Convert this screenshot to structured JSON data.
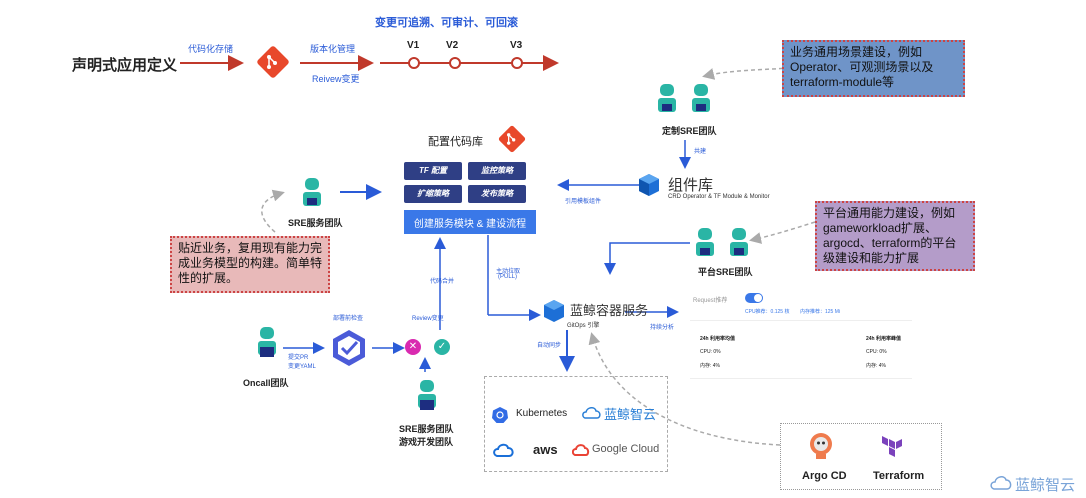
{
  "header": {
    "declarative": "声明式应用定义",
    "code_storage": "代码化存储",
    "versioned": "版本化管理",
    "review_change": "Reivew变更",
    "traceable": "变更可追溯、可审计、可回滚",
    "versions": [
      "V1",
      "V2",
      "V3"
    ]
  },
  "repo": {
    "title": "配置代码库",
    "tags": [
      "TF 配置",
      "监控策略",
      "扩缩策略",
      "发布策略"
    ],
    "create_flow": "创建服务模块 & 建设流程"
  },
  "components": {
    "title": "组件库",
    "subtitle": "CRD Operator & TF Module & Monitor",
    "ref_label": "引用模板组件"
  },
  "teams": {
    "custom_sre": "定制SRE团队",
    "sre_service": "SRE服务团队",
    "platform_sre": "平台SRE团队",
    "oncall": "Oncall团队",
    "sre_game_line1": "SRE服务团队",
    "sre_game_line2": "游戏开发团队"
  },
  "labels": {
    "co_build": "共建",
    "code_merge": "代码合并",
    "pull_line1": "主动拉取",
    "pull_line2": "(PULL)",
    "deploy_check": "部署前检查",
    "review": "Review变更",
    "submit_line1": "提交PR",
    "submit_line2": "变更YAML",
    "auto_sync": "自动同步",
    "continuous": "持续分析"
  },
  "notes": {
    "business": "业务通用场景建设，例如Operator、可观测场景以及terraform-module等",
    "platform": "平台通用能力建设，例如gameworkload扩展、argocd、terraform的平台级建设和能力扩展",
    "near_business": "贴近业务，复用现有能力完成业务模型的构建。简单特性的扩展。"
  },
  "service": {
    "name": "蓝鲸容器服务",
    "engine": "GitOps 引擎"
  },
  "metrics": {
    "request_label": "Request推荐",
    "toggle_on": true,
    "cpu_rec": "CPU推荐：0.125 核",
    "mem_rec": "内存推荐：125 Mi",
    "col1_title": "24h 利用率均值",
    "col2_title": "24h 利用率峰值",
    "col1_cpu": "CPU: 0%",
    "col1_mem": "内存: 4%",
    "col2_cpu": "CPU: 0%",
    "col2_mem": "内存: 4%"
  },
  "clouds": {
    "kubernetes": "Kubernetes",
    "bluking": "蓝鲸智云",
    "aws": "aws",
    "google": "Google Cloud"
  },
  "tools": {
    "argo": "Argo CD",
    "terraform": "Terraform"
  },
  "brand": "蓝鲸智云",
  "colors": {
    "arrow_red": "#c0392b",
    "arrow_blue": "#2a5bd7",
    "tag_navy": "#2f3f85",
    "create_blue": "#3a78e8",
    "note_blue_bg": "#6f94c8",
    "note_purple_bg": "#b49cc9",
    "note_pink_bg": "#e8b9b9",
    "git_orange": "#e8482b"
  }
}
